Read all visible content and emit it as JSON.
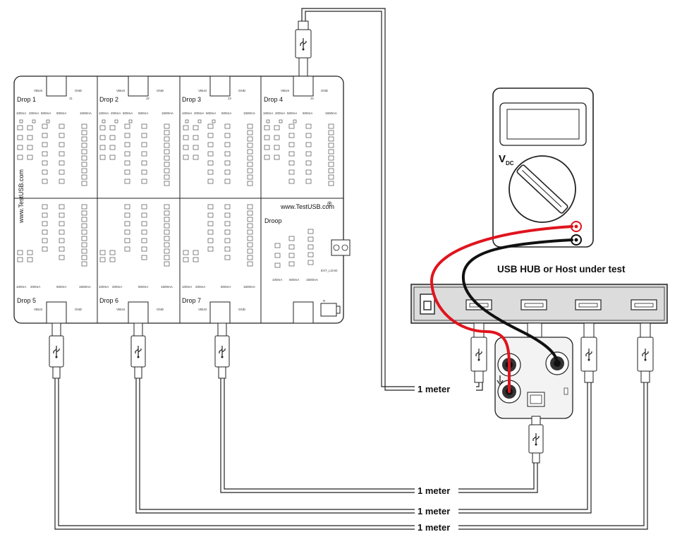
{
  "board": {
    "sections": [
      {
        "name": "Drop 1"
      },
      {
        "name": "Drop 2"
      },
      {
        "name": "Drop 3"
      },
      {
        "name": "Drop 4"
      },
      {
        "name": "Drop 5"
      },
      {
        "name": "Drop 6"
      },
      {
        "name": "Drop 7"
      },
      {
        "name": "Droop"
      }
    ],
    "brand_vertical": "www.TestUSB.com",
    "brand_horizontal": "www.TestUSB.com",
    "trademark": "®",
    "silk": {
      "vbus": "VBUS",
      "gnd": "GND",
      "j1": "J1",
      "j2": "J2",
      "j3": "J3",
      "j4": "J4",
      "ma100": "100mA",
      "ma200": "200mA",
      "ma500": "500mA",
      "ma1500": "1500mA",
      "ext_load": "EXT_LOAD",
      "r": "R"
    }
  },
  "multimeter": {
    "label": "V",
    "subscript": "DC"
  },
  "hub": {
    "label": "USB HUB or Host under test"
  },
  "cables": [
    {
      "label": "1 meter"
    },
    {
      "label": "1 meter"
    },
    {
      "label": "1 meter"
    },
    {
      "label": "1 meter"
    }
  ],
  "colors": {
    "probe_red": "#e0141e",
    "probe_black": "#111111",
    "outline": "#222222",
    "hub_fill": "#dcdcdc",
    "adapter_fill": "#f3f3f3"
  },
  "icons": [
    "usb-symbol-icon",
    "arrow-down-icon",
    "power-button-icon"
  ]
}
